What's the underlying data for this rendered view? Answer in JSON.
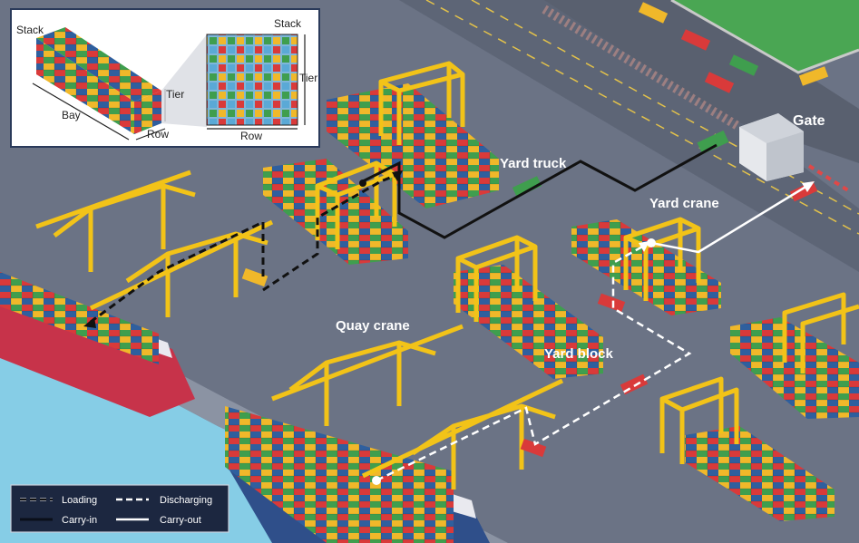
{
  "labels": {
    "gate": "Gate",
    "yard_truck": "Yard truck",
    "yard_crane": "Yard crane",
    "quay_crane": "Quay crane",
    "yard_block": "Yard block"
  },
  "inset": {
    "stack_left": "Stack",
    "bay": "Bay",
    "row_left": "Row",
    "tier_left": "Tier",
    "stack_right": "Stack",
    "tier_right": "Tier",
    "row_right": "Row"
  },
  "legend": {
    "loading": "Loading",
    "discharging": "Discharging",
    "carry_in": "Carry-in",
    "carry_out": "Carry-out"
  },
  "colors": {
    "ground": "#6b7385",
    "water": "#86cde6",
    "grass": "#4aa653",
    "crane_yellow": "#f2c318",
    "container_red": "#d93a3a",
    "container_green": "#3f9e4e",
    "container_blue": "#2f5f9e",
    "container_yellow": "#f0b82a",
    "legend_bg": "#1c2740"
  }
}
